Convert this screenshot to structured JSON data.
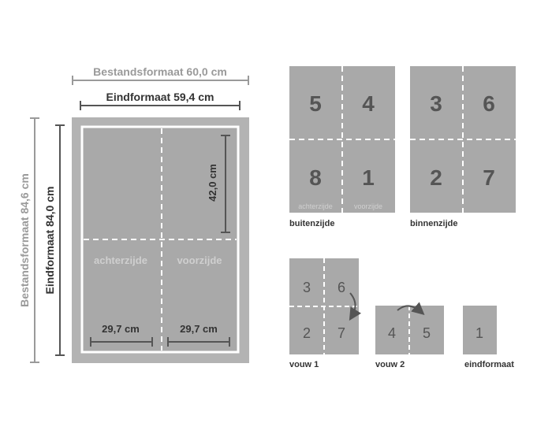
{
  "main_sheet": {
    "file_width_label": "Bestandsformaat 60,0 cm",
    "final_width_label": "Eindformaat 59,4 cm",
    "file_height_label": "Bestandsformaat 84,6 cm",
    "final_height_label": "Eindformaat 84,0 cm",
    "panel_height_label": "42,0 cm",
    "left_panel_width_label": "29,7 cm",
    "right_panel_width_label": "29,7 cm",
    "back_side_label": "achterzijde",
    "front_side_label": "voorzijde"
  },
  "outside": {
    "caption": "buitenzijde",
    "pages": [
      "5",
      "4",
      "8",
      "1"
    ],
    "back_label": "achterzijde",
    "front_label": "voorzijde"
  },
  "inside": {
    "caption": "binnenzijde",
    "pages": [
      "3",
      "6",
      "2",
      "7"
    ]
  },
  "fold1": {
    "caption": "vouw 1",
    "pages": [
      "3",
      "6",
      "2",
      "7"
    ]
  },
  "fold2": {
    "caption": "vouw 2",
    "pages": [
      "4",
      "5"
    ]
  },
  "final": {
    "caption": "eindformaat",
    "page": "1"
  },
  "colors": {
    "sheet_gray": "#a9a9a9",
    "frame_gray": "#b3b3b3",
    "line_dark": "#555555",
    "dim_light": "#9a9a9a",
    "text_dark": "#333333"
  }
}
